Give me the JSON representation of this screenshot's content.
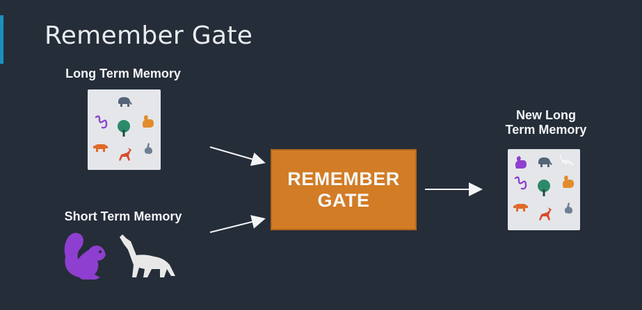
{
  "slide": {
    "title": "Remember Gate"
  },
  "inputs": {
    "long_term_label": "Long Term Memory",
    "short_term_label": "Short Term Memory"
  },
  "gate": {
    "line1": "REMEMBER",
    "line2": "GATE"
  },
  "output": {
    "line1": "New Long",
    "line2": "Term Memory"
  },
  "colors": {
    "background": "#252d39",
    "accent": "#1c8fbf",
    "gate": "#d27c26",
    "purple": "#8e3fcf",
    "orange": "#e38b2c",
    "green": "#2c8a6a",
    "gray": "#7b8a9c",
    "red": "#d84c2c"
  }
}
